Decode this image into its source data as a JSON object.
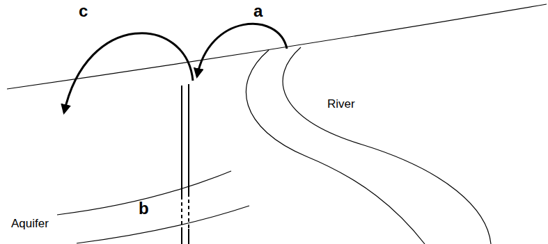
{
  "diagram": {
    "labels": [
      "c",
      "a",
      "River",
      "Aquifer",
      "b"
    ]
  }
}
